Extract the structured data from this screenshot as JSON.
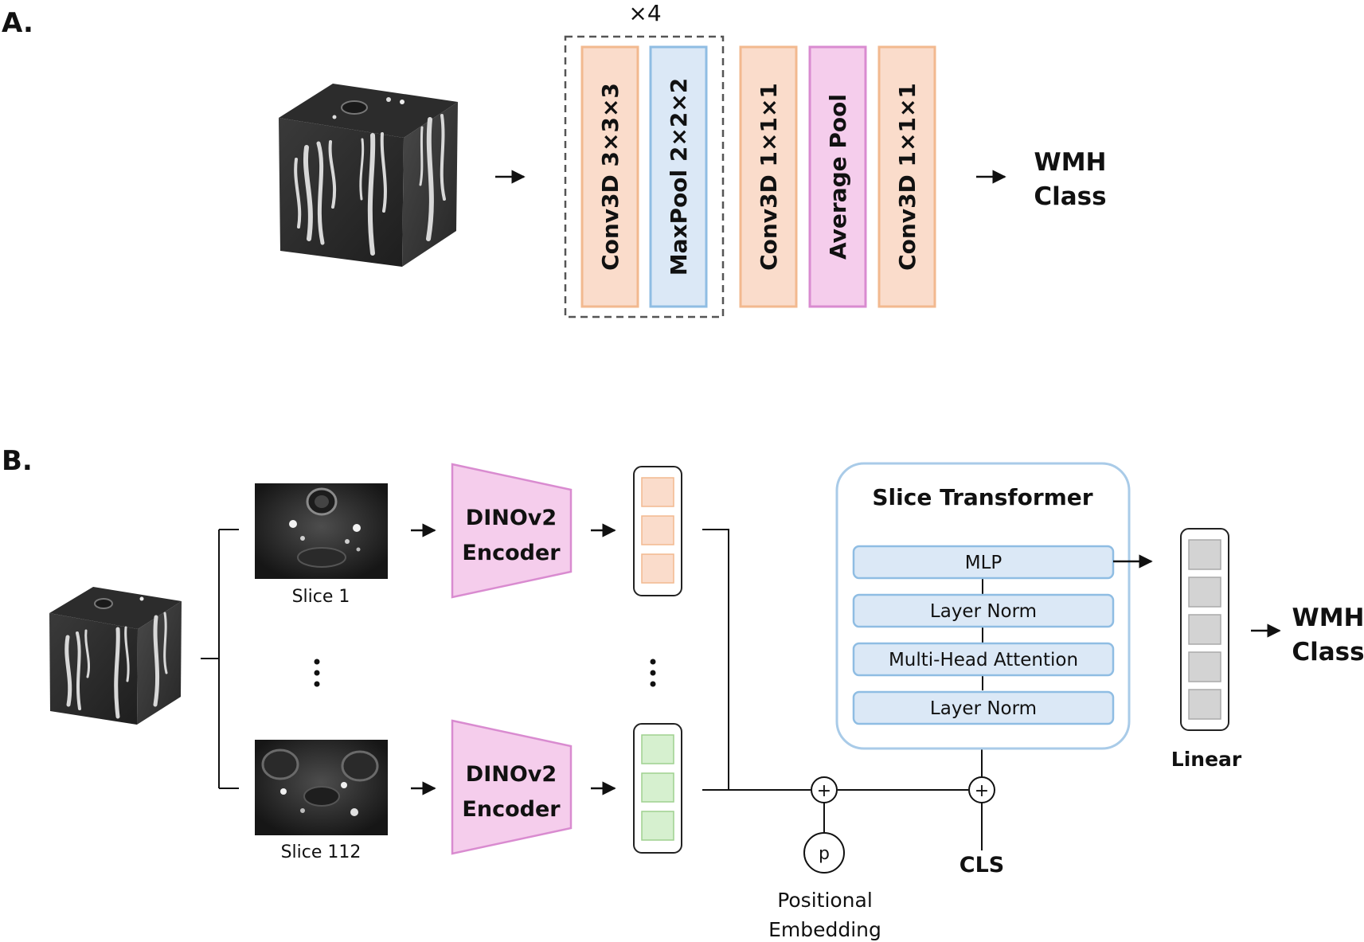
{
  "panel_a": {
    "label": "A.",
    "repeat_label": "×4",
    "blocks": [
      {
        "label": "Conv3D  3×3×3",
        "kind": "conv"
      },
      {
        "label": "MaxPool  2×2×2",
        "kind": "pool"
      },
      {
        "label": "Conv3D  1×1×1",
        "kind": "conv"
      },
      {
        "label": "Average Pool",
        "kind": "avgpool"
      },
      {
        "label": "Conv3D  1×1×1",
        "kind": "conv"
      }
    ],
    "output": [
      "WMH",
      "Class"
    ]
  },
  "panel_b": {
    "label": "B.",
    "slice_top_label": "Slice 1",
    "slice_bottom_label": "Slice 112",
    "encoder_label": [
      "DINOv2",
      "Encoder"
    ],
    "transformer_title": "Slice Transformer",
    "transformer_layers": [
      "MLP",
      "Layer Norm",
      "Multi-Head Attention",
      "Layer Norm"
    ],
    "positional_symbol": "p",
    "positional_label": [
      "Positional",
      "Embedding"
    ],
    "plus_symbol": "+",
    "cls_label": "CLS",
    "linear_label": "Linear",
    "output": [
      "WMH",
      "Class"
    ]
  },
  "colors": {
    "conv_fill": "#fadccb",
    "conv_stroke": "#f2b98f",
    "pool_fill": "#dbe8f6",
    "pool_stroke": "#8fbde3",
    "avgpool_fill": "#f5cdec",
    "avgpool_stroke": "#d98bd0",
    "encoder_fill": "#f5cdec",
    "encoder_stroke": "#d98bd0",
    "token_orange": "#fadccb",
    "token_green": "#d6f0cf",
    "transformer_border": "#a9cbe8",
    "layer_fill": "#dbe8f6",
    "layer_stroke": "#8fbde3",
    "linear_cell": "#d3d3d3"
  }
}
